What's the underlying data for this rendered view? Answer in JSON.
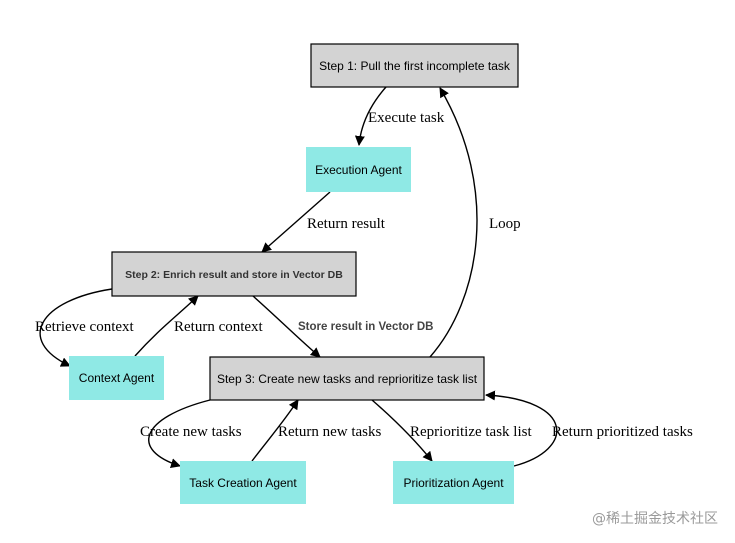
{
  "nodes": {
    "step1": "Step 1: Pull the first incomplete task",
    "execution_agent": "Execution Agent",
    "step2": "Step 2: Enrich result and store in Vector DB",
    "context_agent": "Context Agent",
    "step3": "Step 3: Create new tasks and reprioritize task list",
    "task_creation_agent": "Task Creation Agent",
    "prioritization_agent": "Prioritization Agent"
  },
  "edges": {
    "execute_task": "Execute task",
    "return_result": "Return result",
    "loop": "Loop",
    "retrieve_context": "Retrieve context",
    "return_context": "Return context",
    "store_result": "Store result in Vector DB",
    "create_new_tasks": "Create new tasks",
    "return_new_tasks": "Return new tasks",
    "reprioritize_task_list": "Reprioritize task list",
    "return_prioritized_tasks": "Return prioritized tasks"
  },
  "watermark": "@稀土掘金技术社区",
  "colors": {
    "step_fill": "#d3d3d3",
    "agent_fill": "#8fe9e5",
    "edge": "#000000"
  }
}
